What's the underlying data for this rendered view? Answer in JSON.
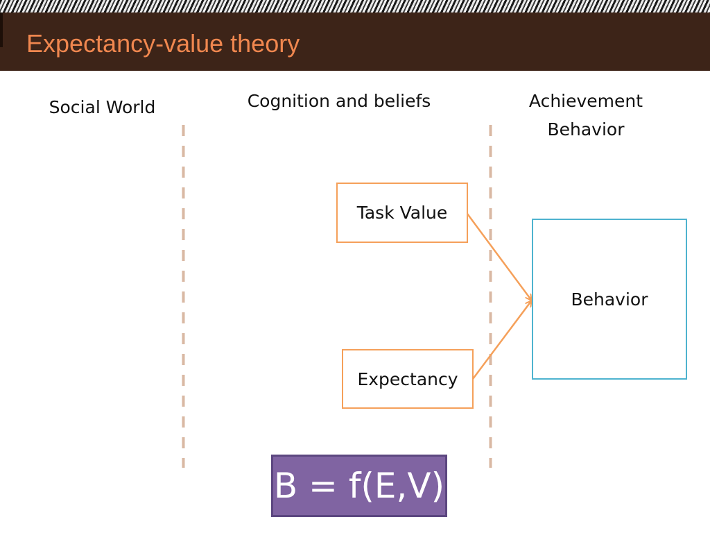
{
  "slide": {
    "title": "Expectancy-value theory"
  },
  "columns": {
    "social_world": "Social World",
    "cognition": "Cognition and beliefs",
    "achievement_line1": "Achievement",
    "achievement_line2": "Behavior"
  },
  "nodes": {
    "task_value": "Task Value",
    "expectancy": "Expectancy",
    "behavior": "Behavior"
  },
  "formula": "B = f(E,V)",
  "colors": {
    "title_text": "#f0874f",
    "title_bar": "#3d2418",
    "divider": "#d9b8a3",
    "orange_border": "#f5a05a",
    "blue_border": "#4eb3cf",
    "arrow": "#f5a05a",
    "formula_bg": "#8064a2"
  },
  "edges": [
    {
      "from": "task_value",
      "to": "behavior"
    },
    {
      "from": "expectancy",
      "to": "behavior"
    }
  ]
}
